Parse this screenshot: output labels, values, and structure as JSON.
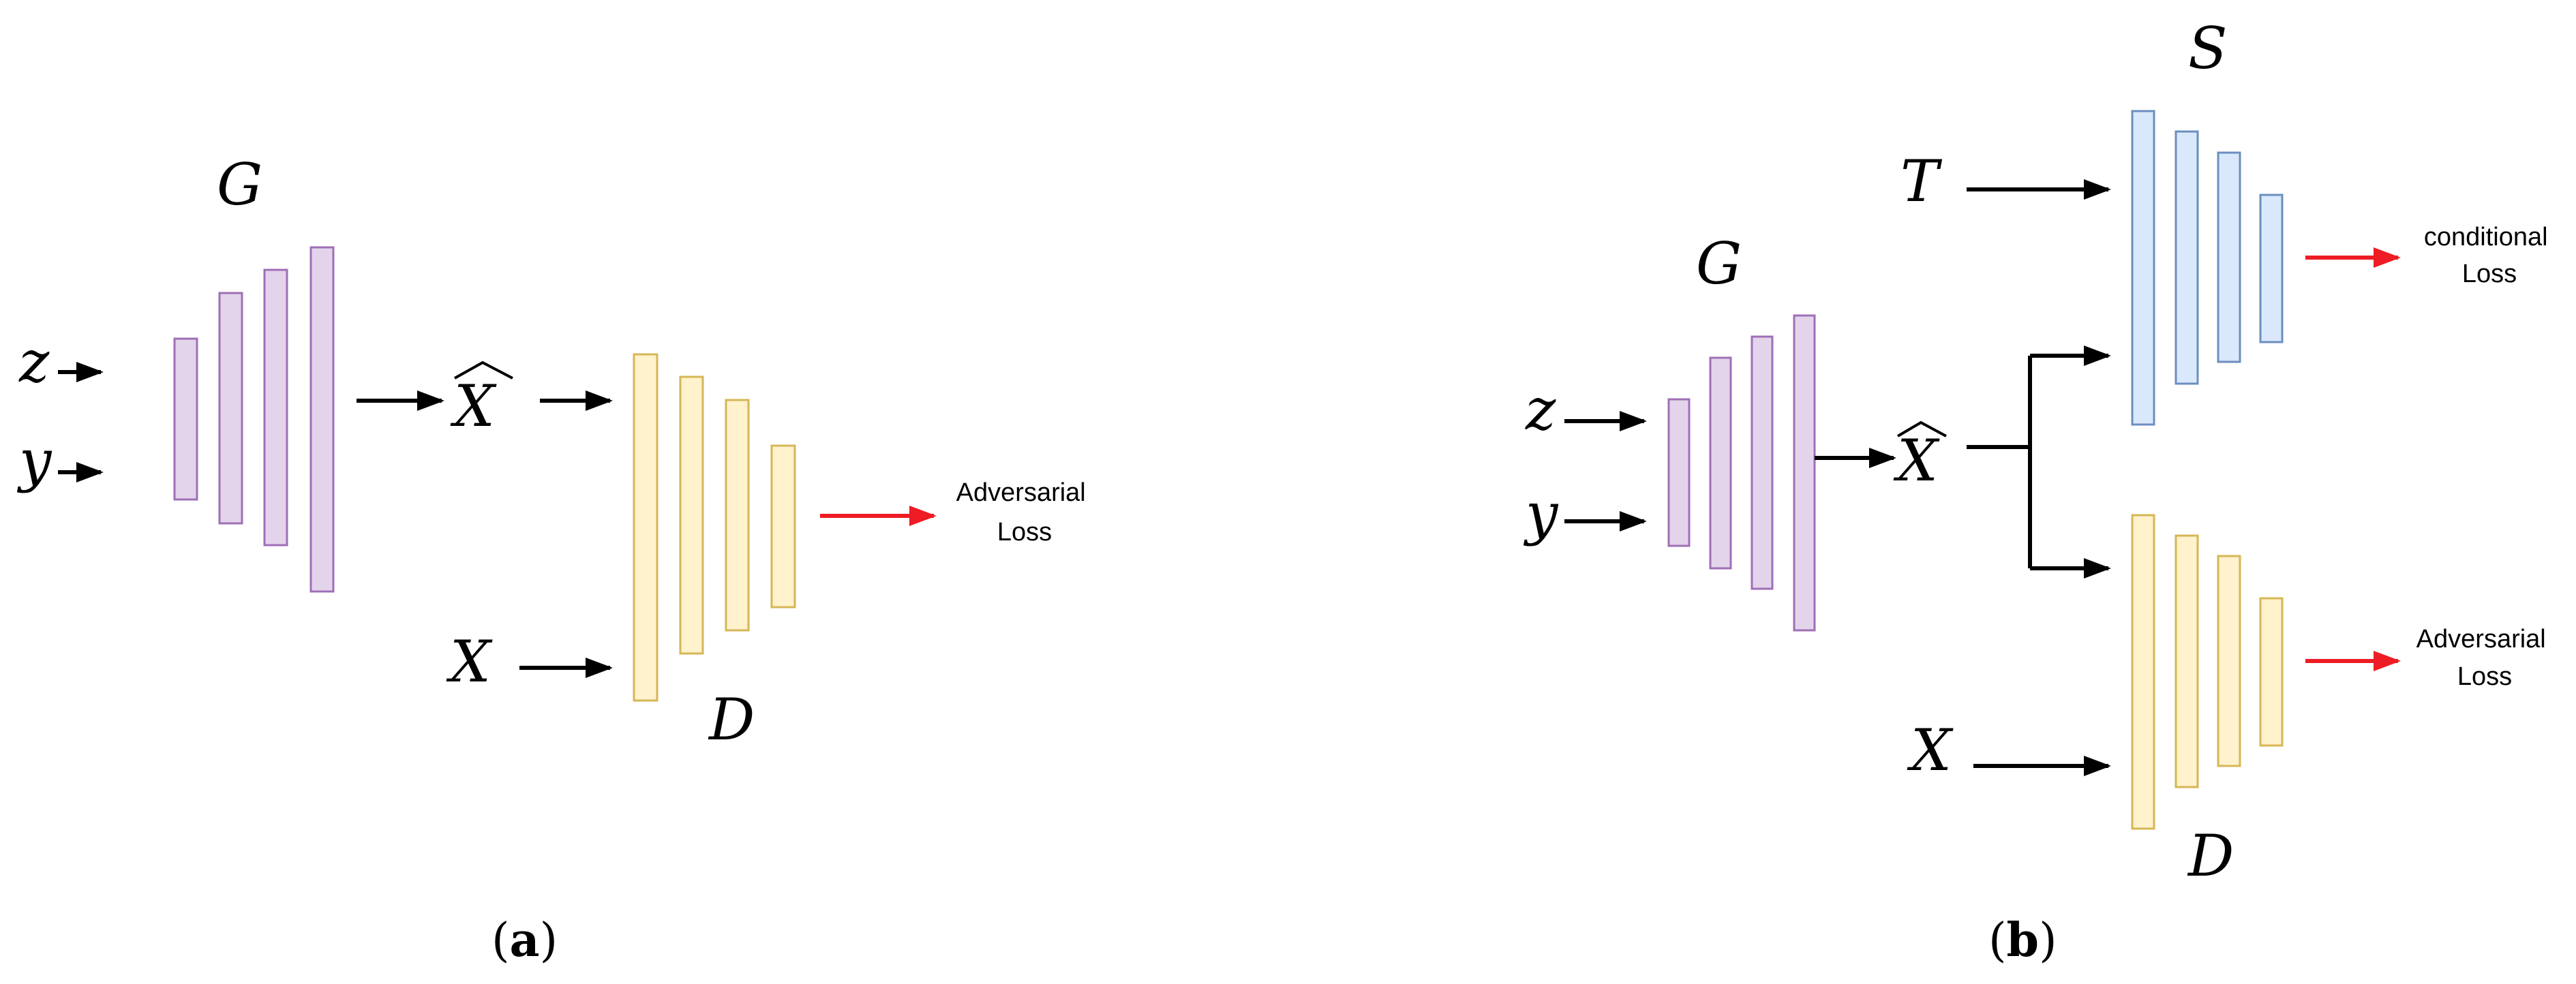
{
  "panel_a": {
    "caption_letter": "a",
    "generator_label": "G",
    "discriminator_label": "D",
    "input_z": "z",
    "input_y": "y",
    "generated_label": "X",
    "real_label": "X",
    "loss_line1": "Adversarial",
    "loss_line2": "Loss"
  },
  "panel_b": {
    "caption_letter": "b",
    "generator_label": "G",
    "discriminator_label": "D",
    "student_label": "S",
    "teacher_input": "T",
    "input_z": "z",
    "input_y": "y",
    "generated_label": "X",
    "real_label": "X",
    "cond_loss_line1": "conditional",
    "cond_loss_line2": "Loss",
    "adv_loss_line1": "Adversarial",
    "adv_loss_line2": "Loss"
  },
  "colors": {
    "generator_fill": "#e3d4eb",
    "generator_stroke": "#9f6fb6",
    "discriminator_fill": "#fff2cc",
    "discriminator_stroke": "#d6b656",
    "student_fill": "#dae8fc",
    "student_stroke": "#6c8ebf",
    "loss_arrow": "#ee1c24"
  }
}
